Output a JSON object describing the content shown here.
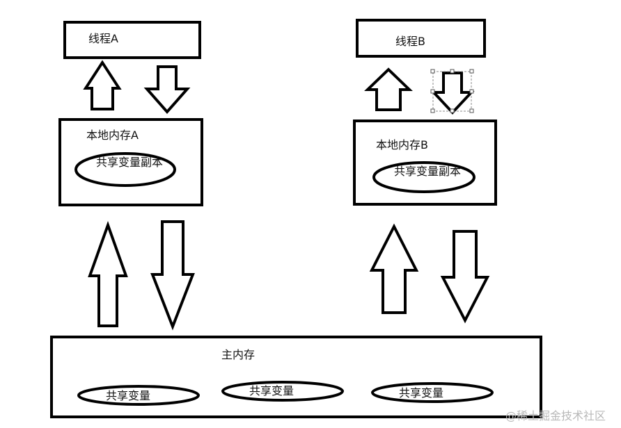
{
  "thread_a": {
    "label": "线程A"
  },
  "thread_b": {
    "label": "线程B"
  },
  "local_memory_a": {
    "label": "本地内存A",
    "copy_label": "共享变量副本"
  },
  "local_memory_b": {
    "label": "本地内存B",
    "copy_label": "共享变量副本"
  },
  "main_memory": {
    "label": "主内存",
    "variables": [
      "共享变量",
      "共享变量",
      "共享变量"
    ]
  },
  "watermark": "@稀土掘金技术社区",
  "colors": {
    "stroke": "#000000",
    "background": "#ffffff",
    "selection": "#888888"
  }
}
